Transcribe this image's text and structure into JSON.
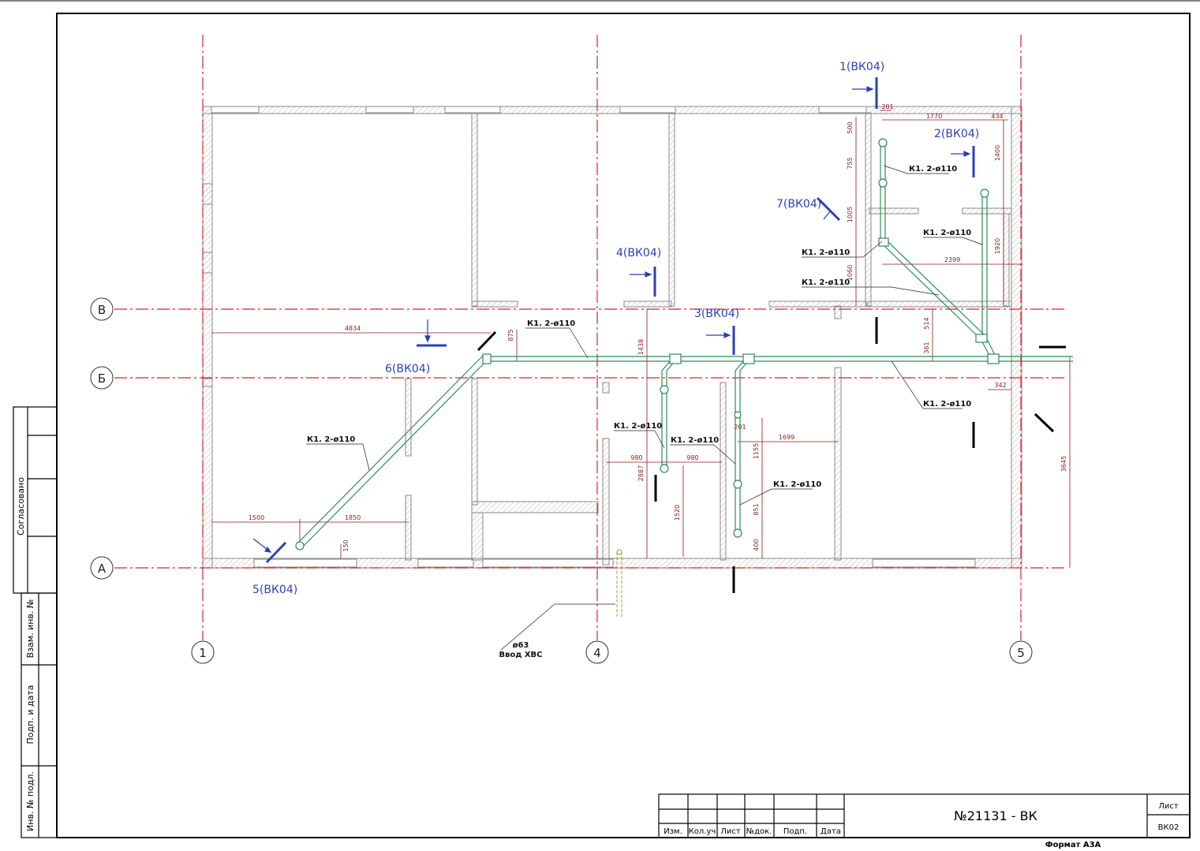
{
  "axes": {
    "vertical": [
      "1",
      "4",
      "5"
    ],
    "horizontal": [
      "А",
      "Б",
      "В"
    ]
  },
  "sections": {
    "s1": "1(ВК04)",
    "s2": "2(ВК04)",
    "s3": "3(ВК04)",
    "s4": "4(ВК04)",
    "s5": "5(ВК04)",
    "s6": "6(ВК04)",
    "s7": "7(ВК04)"
  },
  "pipe_label": "К1. 2-ø110",
  "inlet": {
    "diameter": "ø63",
    "name": "Ввод ХВС"
  },
  "dimensions": {
    "d4834": "4834",
    "d875": "875",
    "d1500": "1500",
    "d1850": "1850",
    "d150": "150",
    "d1438": "1438",
    "d2887": "2887",
    "d980a": "980",
    "d980b": "980",
    "d1520": "1520",
    "d201a": "201",
    "d1699": "1699",
    "d1155": "1155",
    "d851": "851",
    "d400": "400",
    "d3645": "3645",
    "d201b": "201",
    "d500": "500",
    "d755": "755",
    "d1005": "1005",
    "d1060": "1060",
    "d1770": "1770",
    "d434": "434",
    "d1400": "1400",
    "d1920": "1920",
    "d2399": "2399",
    "d514": "514",
    "d361": "361",
    "d342": "342"
  },
  "side_stamp": {
    "agreed": "Согласовано",
    "replace_inv": "Взам. инв. №",
    "sign_date": "Подп. и дата",
    "inv_original": "Инв. № подл."
  },
  "title_block": {
    "headers": [
      "Изм.",
      "Кол.уч",
      "Лист",
      "№док.",
      "Подп.",
      "Дата"
    ],
    "doc_number": "№21131 - ВК",
    "sheet_label": "Лист",
    "sheet_value": "ВК02"
  },
  "format": "Формат А3А",
  "colors": {
    "axis": "#d9232d",
    "pipe": "#2e8b57",
    "section": "#2b3fb8",
    "wall": "#8a8a8a",
    "dimension": "#8b1a1a",
    "inlet": "#9aa82a"
  }
}
